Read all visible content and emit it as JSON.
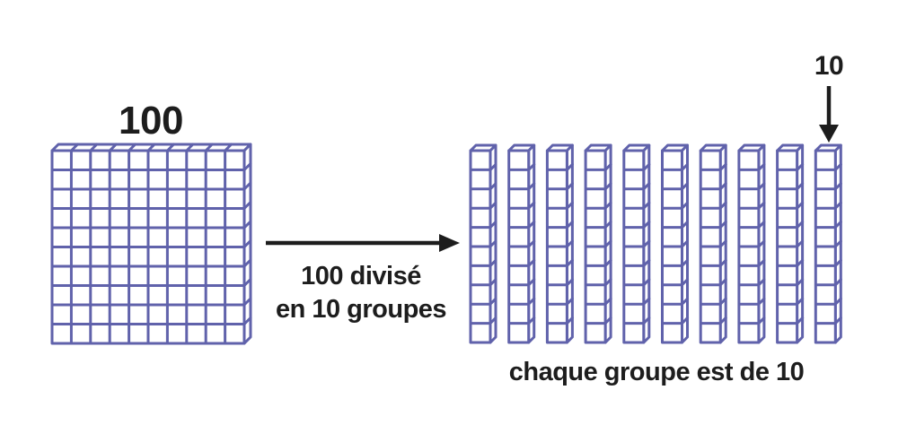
{
  "page": {
    "background": "#ffffff"
  },
  "diagram": {
    "hundred_label": "100",
    "arrow_caption": {
      "line1": "100 divisé",
      "line2": "en 10 groupes"
    },
    "rod_pointer_label": "10",
    "bottom_caption": "chaque groupe est de 10",
    "colors": {
      "block_stroke": "#6062AB",
      "block_fill": "#ffffff",
      "arrow": "#1d1d1d",
      "text": "#1d1d1d"
    },
    "blocks": {
      "hundred_block": {
        "rows": 10,
        "columns": 10,
        "value": 100
      },
      "rods": {
        "count": 10,
        "cells_per_rod": 10,
        "value_each": 10
      }
    },
    "operation": {
      "dividend": 100,
      "number_of_groups": 10,
      "per_group": 10
    }
  }
}
